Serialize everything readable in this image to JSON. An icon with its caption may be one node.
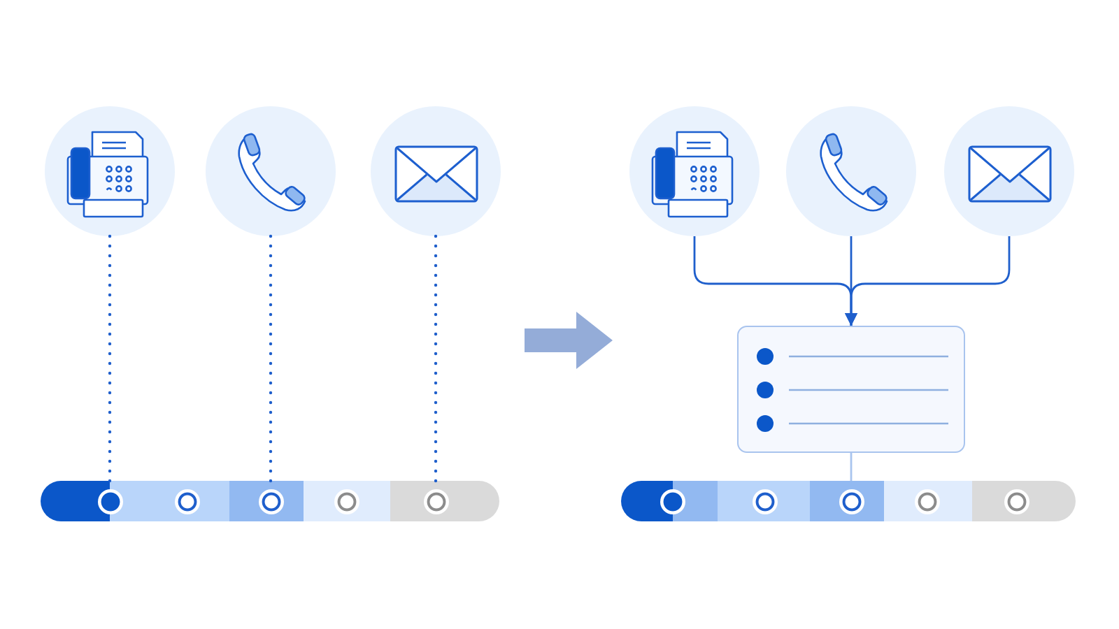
{
  "diagram": {
    "nodes": [
      {
        "text": [],
        "shape": "circle"
      },
      {
        "text": [],
        "shape": "circle"
      },
      {
        "text": [],
        "shape": "circle"
      },
      {
        "text": [],
        "shape": "circle"
      },
      {
        "text": [],
        "shape": "circle"
      },
      {
        "text": [],
        "shape": "circle"
      },
      {
        "text": [],
        "shape": "box"
      },
      {
        "text": [],
        "shape": "bar"
      },
      {
        "text": [],
        "shape": "circle",
        "in": 7
      },
      {
        "text": [],
        "shape": "circle",
        "in": 7
      },
      {
        "text": [],
        "shape": "circle",
        "in": 7
      },
      {
        "text": [],
        "shape": "circle",
        "in": 7
      },
      {
        "text": [],
        "shape": "circle",
        "in": 7
      },
      {
        "text": [],
        "shape": "bar"
      },
      {
        "text": [],
        "shape": "circle",
        "in": 13
      },
      {
        "text": [],
        "shape": "circle",
        "in": 13
      },
      {
        "text": [],
        "shape": "circle",
        "in": 13
      },
      {
        "text": [],
        "shape": "circle",
        "in": 13
      },
      {
        "text": [],
        "shape": "circle",
        "in": 13
      }
    ],
    "edges": [
      {
        "from": 0,
        "to": 8,
        "arrow": "none",
        "style": "dashed"
      },
      {
        "from": 1,
        "to": 10,
        "arrow": "none",
        "style": "dashed"
      },
      {
        "from": 2,
        "to": 12,
        "arrow": "none",
        "style": "dashed"
      },
      {
        "from": 3,
        "to": 6,
        "arrow": "to"
      },
      {
        "from": 4,
        "to": 6,
        "arrow": "to"
      },
      {
        "from": 5,
        "to": 6,
        "arrow": "to"
      },
      {
        "from": 6,
        "to": 13,
        "arrow": "none",
        "color": "#a9c4ee"
      }
    ]
  }
}
